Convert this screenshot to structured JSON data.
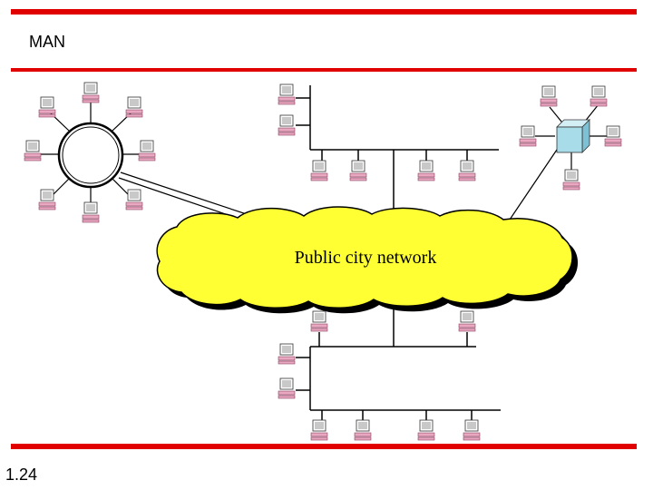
{
  "slide": {
    "title": "MAN",
    "number": "1.24"
  },
  "diagram": {
    "cloud_label": "Public city network",
    "colors": {
      "accent_bar": "#e00000",
      "cloud_fill": "#ffff33",
      "switch_box": "#a8dce8",
      "computer_keyboard": "#e8a8c0"
    },
    "icons": [
      "computer-icon",
      "switch-box-icon",
      "cloud-icon"
    ]
  }
}
